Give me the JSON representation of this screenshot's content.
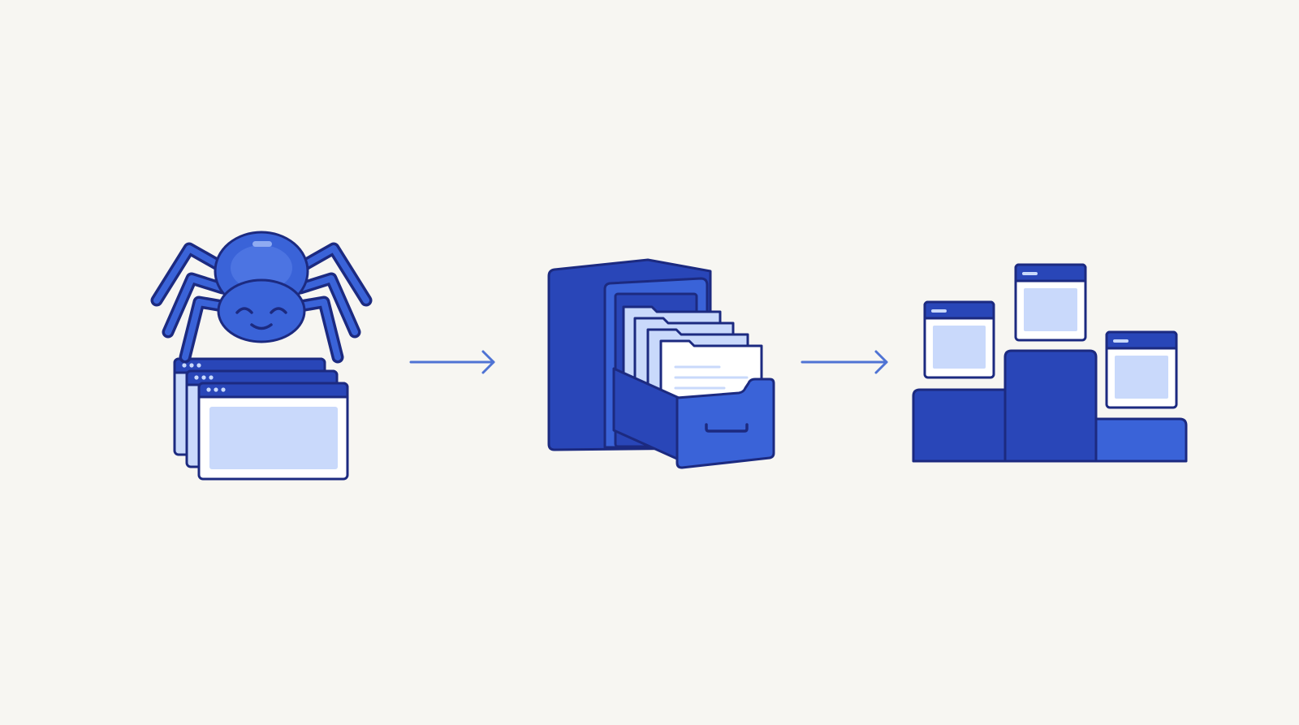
{
  "diagram": {
    "type": "process-flow",
    "steps": [
      {
        "icon": "spider-crawler-icon"
      },
      {
        "icon": "filing-cabinet-icon"
      },
      {
        "icon": "ranking-podium-icon"
      }
    ],
    "connectors": [
      {
        "from": 0,
        "to": 1,
        "icon": "arrow-right-icon"
      },
      {
        "from": 1,
        "to": 2,
        "icon": "arrow-right-icon"
      }
    ]
  },
  "colors": {
    "background": "#f7f6f2",
    "primary": "#3a63d8",
    "dark": "#2946b8",
    "outline": "#1c2a80",
    "light": "#c9d9fb",
    "paper": "#ffffff",
    "arrow": "#4f73d4"
  }
}
